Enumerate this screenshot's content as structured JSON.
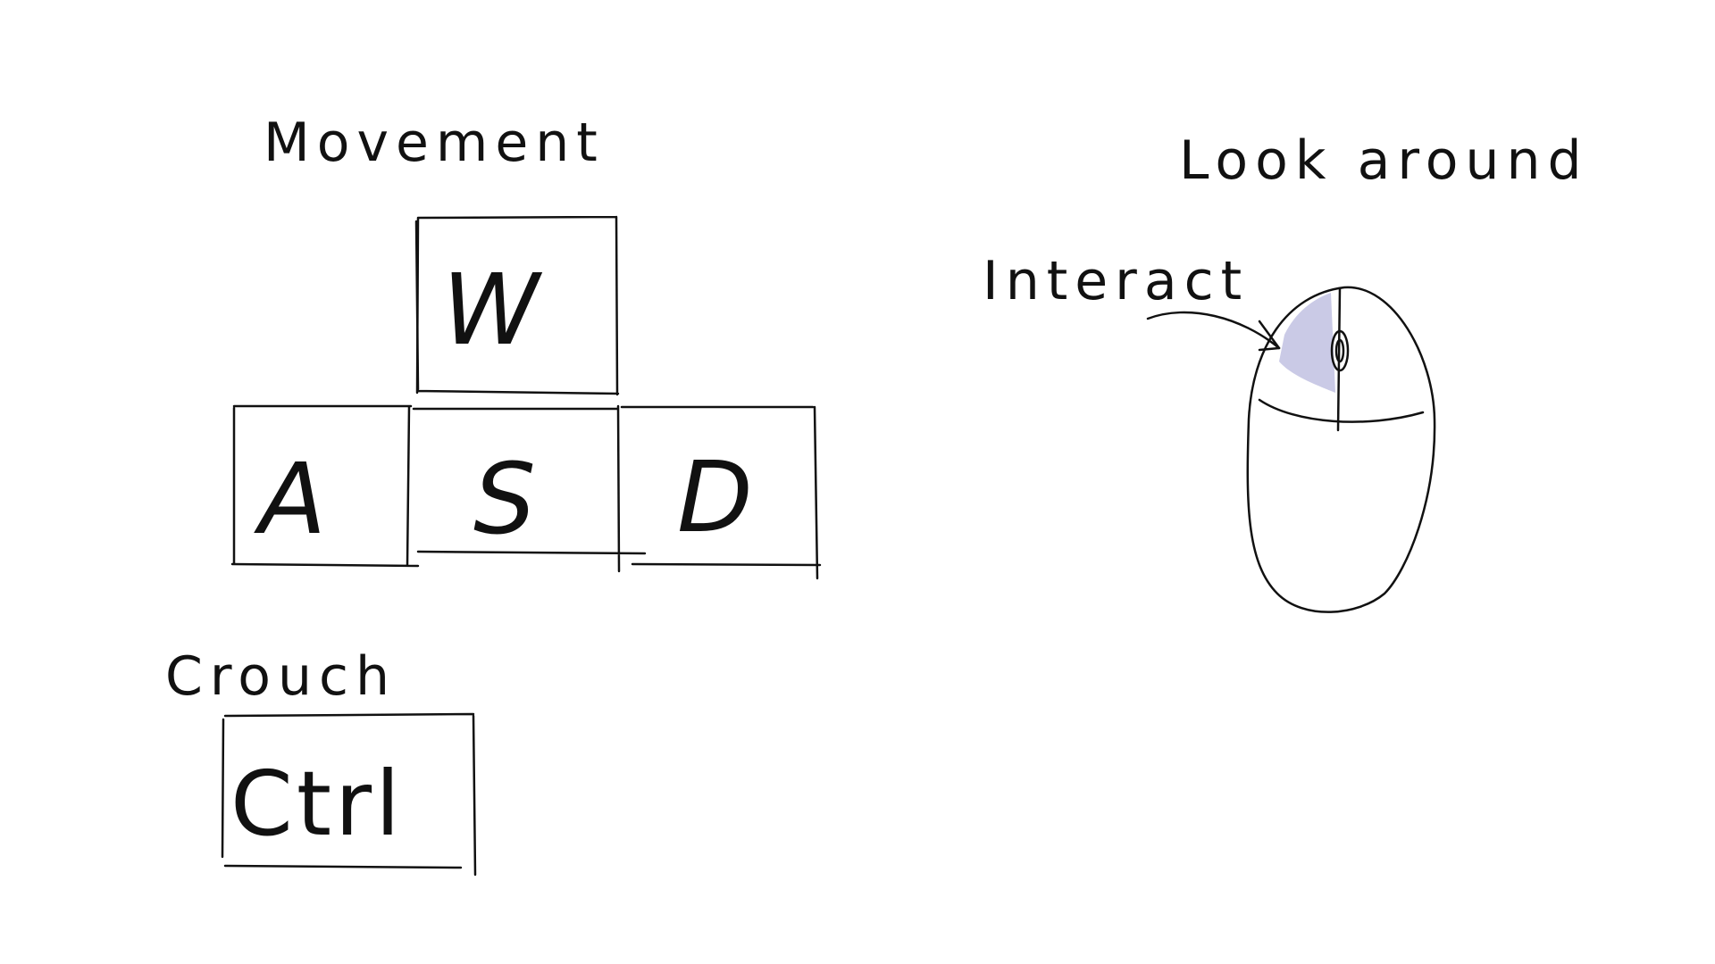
{
  "labels": {
    "movement": "Movement",
    "crouch": "Crouch",
    "look_around": "Look around",
    "interact": "Interact"
  },
  "keys": {
    "w": "W",
    "a": "A",
    "s": "S",
    "d": "D",
    "ctrl": "Ctrl"
  },
  "colors": {
    "ink": "#111111",
    "highlight": "#8a8ac8",
    "background": "#ffffff"
  }
}
